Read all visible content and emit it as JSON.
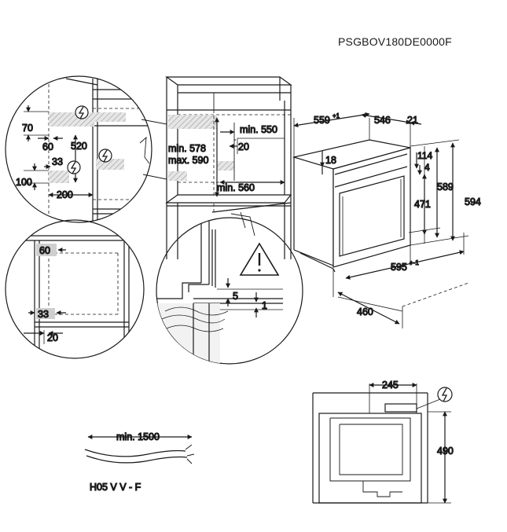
{
  "document": {
    "model_code": "PSGBOV180DE0000F"
  },
  "dimensions": {
    "d70": "70",
    "d60_top": "60",
    "d520": "520",
    "d33_top": "33",
    "d100": "100",
    "d200": "200",
    "min578": "min. 578",
    "max590": "max. 590",
    "min550": "min. 550",
    "d20_mid": "20",
    "min560": "min. 560",
    "d559": "559",
    "d559_tol": "+1",
    "d546": "546",
    "d21": "21",
    "d18": "18",
    "d114": "114",
    "d4": "4",
    "d589": "589",
    "d594": "594",
    "d471": "471",
    "d595": "595",
    "d595_tol": "+-1",
    "d460": "460",
    "d60_box": "60",
    "d33_box": "33",
    "d20_low": "20",
    "d5": "5",
    "d1": "1",
    "d245": "245",
    "d490": "490",
    "min1500": "min. 1500",
    "cable": "H05 V V - F"
  },
  "colors": {
    "line": "#1a1a1a",
    "hatch": "#b8b8b8",
    "shade": "#d4d4d4"
  },
  "icons": [
    "electric-shock-icon",
    "warning-icon"
  ]
}
